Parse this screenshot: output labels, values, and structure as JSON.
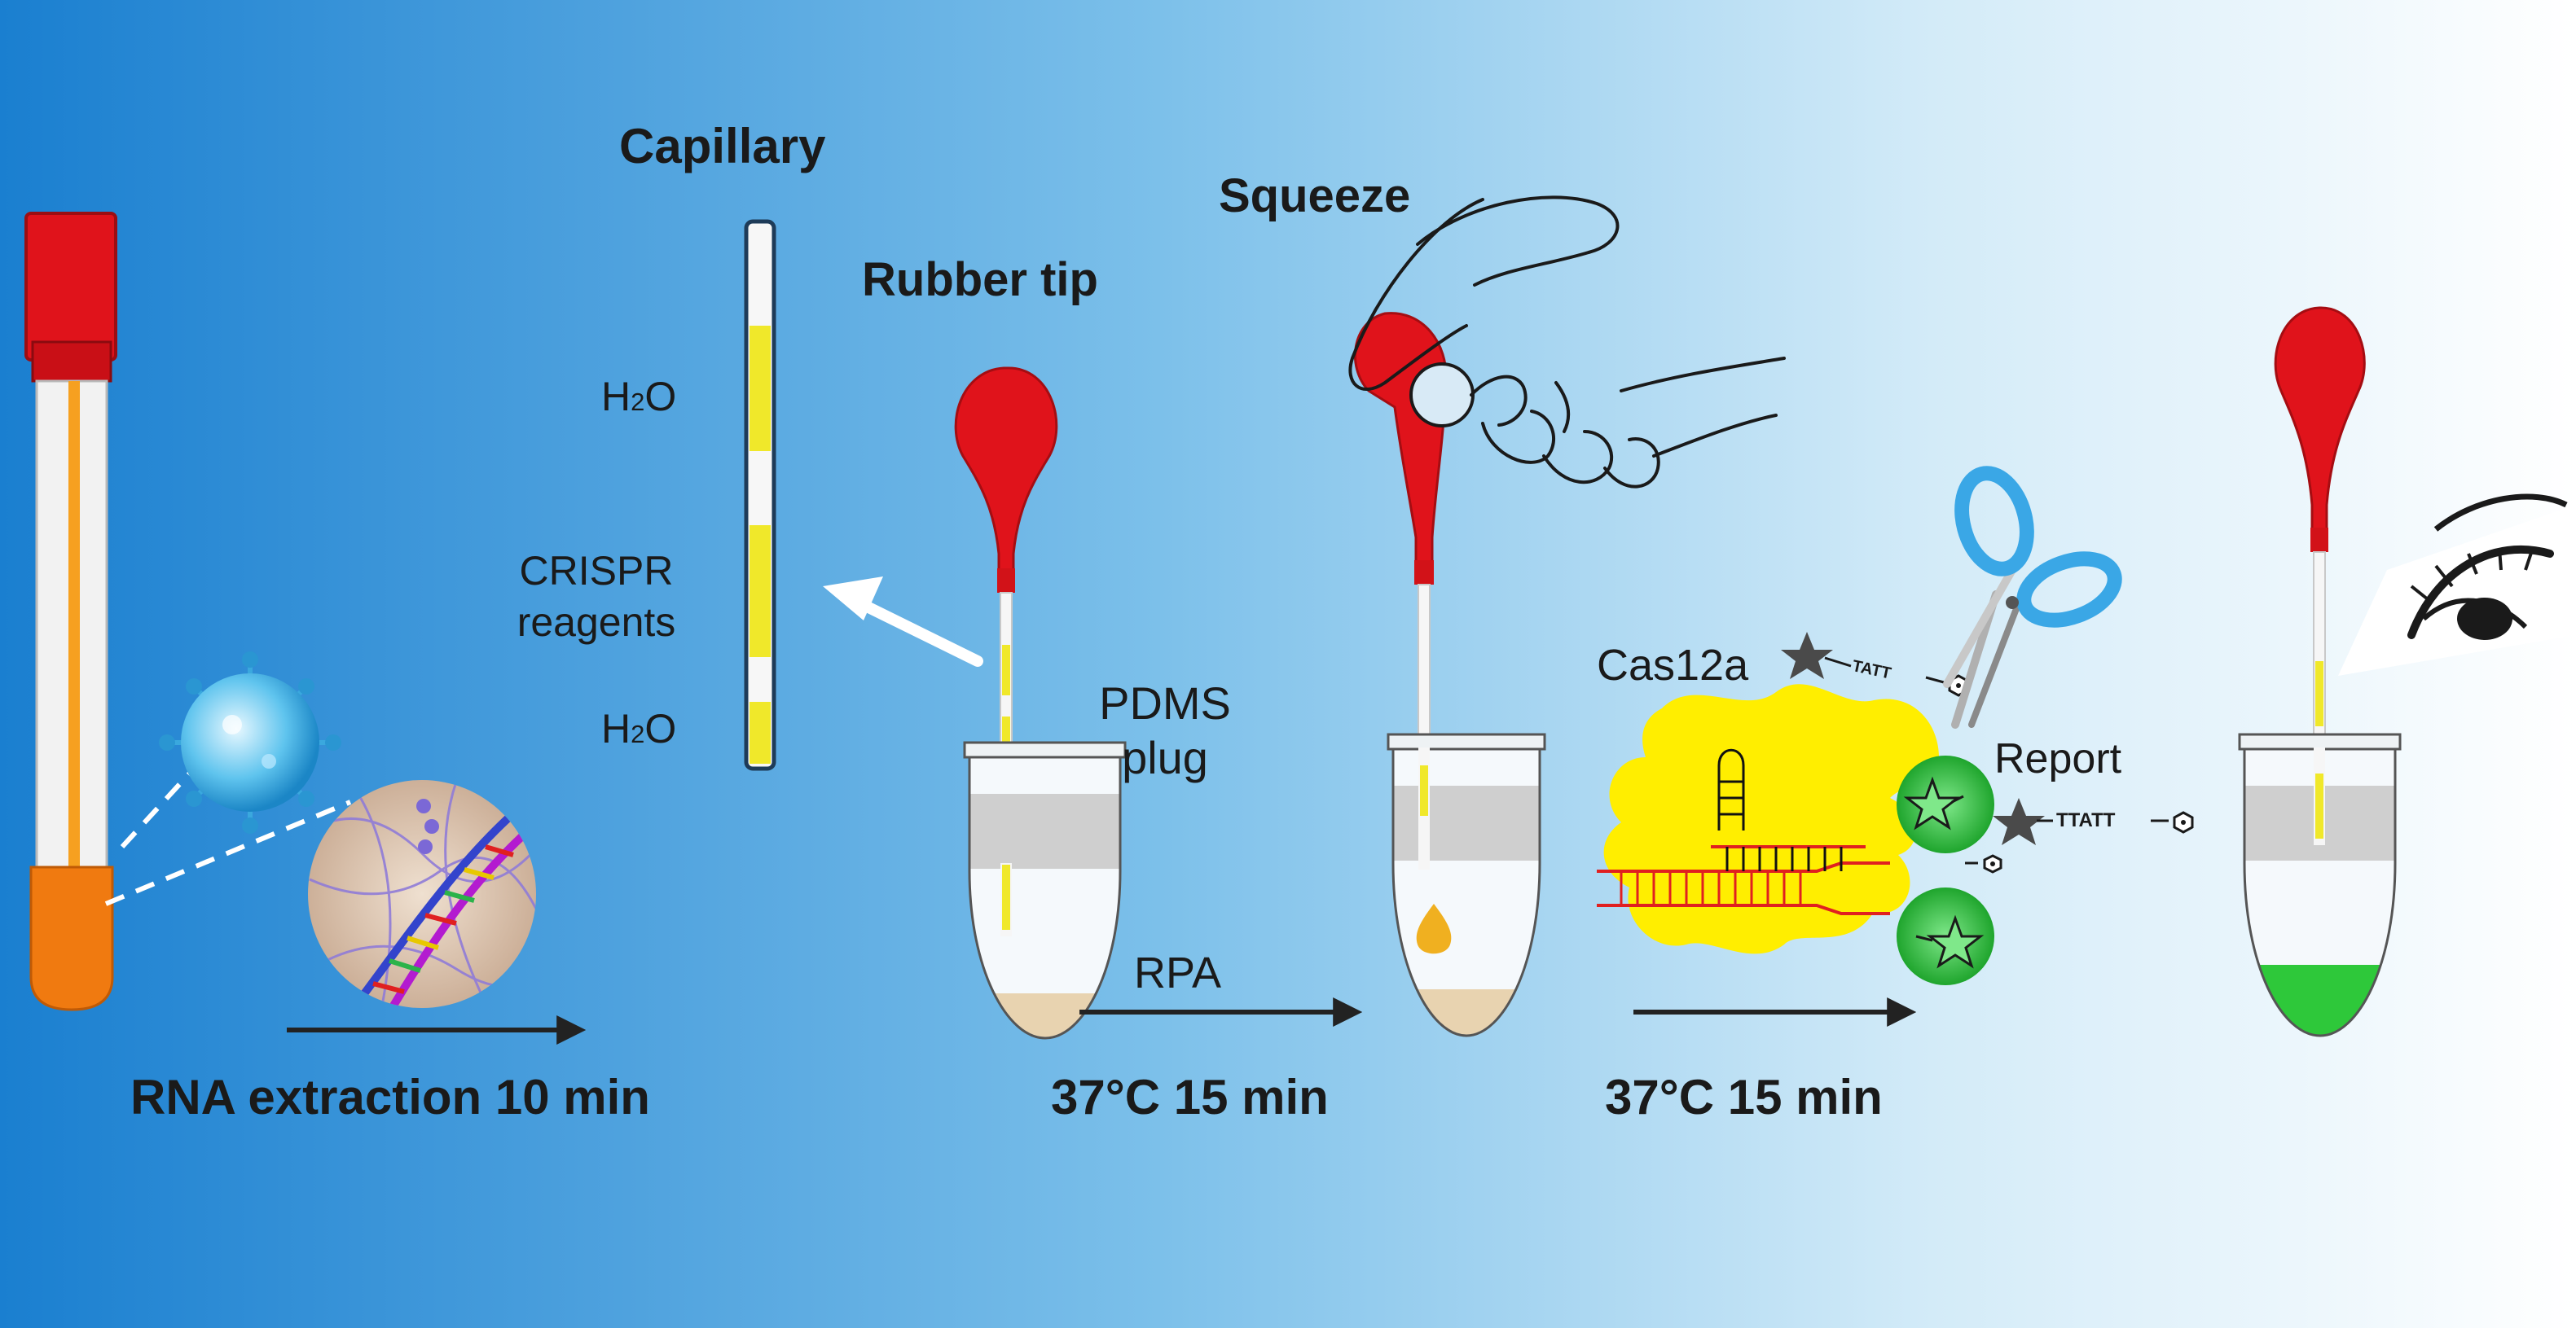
{
  "labels": {
    "capillary": "Capillary",
    "rubber_tip": "Rubber tip",
    "squeeze": "Squeeze",
    "h2o_top_main": "H",
    "h2o_top_sub": "2",
    "h2o_top_tail": "O",
    "crispr_line1": "CRISPR",
    "crispr_line2": "reagents",
    "h2o_bottom_main": "H",
    "h2o_bottom_sub": "2",
    "h2o_bottom_tail": "O",
    "pdms_line1": "PDMS",
    "pdms_line2": "plug",
    "rpa": "RPA",
    "cas12a": "Cas12a",
    "report": "Report",
    "reporter_seq_top": "TATT",
    "reporter_seq_right": "TTATT",
    "step1": "RNA extraction 10 min",
    "step2": "37°C 15 min",
    "step3": "37°C 15 min"
  },
  "colors": {
    "background_left": "#1a7fd0",
    "background_right": "#ffffff",
    "tube_cap": "#e0131b",
    "bulb": "#e0131b",
    "sample_tube_bottom": "#f07a10",
    "capillary_liquid": "#f0e82a",
    "sample_liquid": "#e8d3b0",
    "amplicon_drop": "#f0b020",
    "cas_protein": "#ffee00",
    "fluorescence": "#2ec83a",
    "scissors": "#3aa7e6",
    "dna_red": "#e02020"
  },
  "icons": [
    "virus-icon",
    "dna-icon",
    "hand-icon",
    "scissors-icon",
    "eye-icon",
    "fluorophore-icon",
    "quencher-icon"
  ]
}
